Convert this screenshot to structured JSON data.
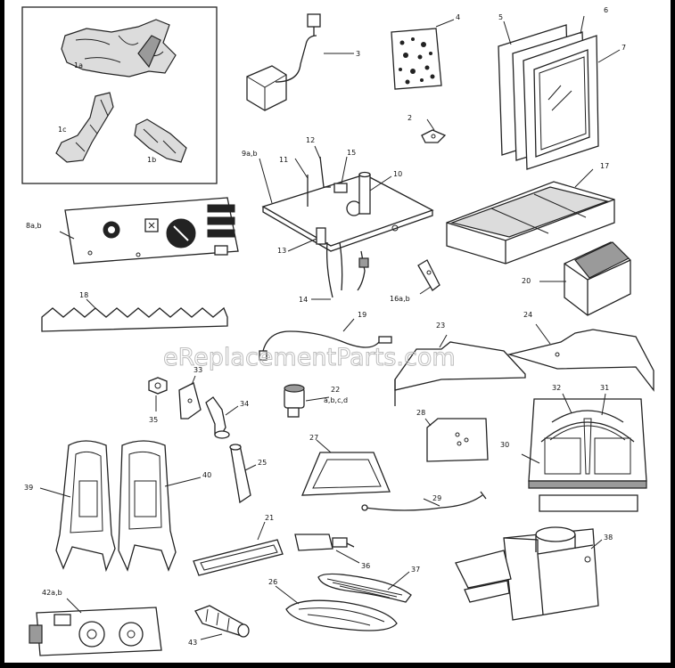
{
  "watermark": "eReplacementParts.com",
  "labels": {
    "l1a": "1a",
    "l1b": "1b",
    "l1c": "1c",
    "l2": "2",
    "l3": "3",
    "l4": "4",
    "l5": "5",
    "l6": "6",
    "l7": "7",
    "l8": "8a,b",
    "l9": "9a,b",
    "l10": "10",
    "l11": "11",
    "l12": "12",
    "l13": "13",
    "l14": "14",
    "l15": "15",
    "l16": "16a,b",
    "l17": "17",
    "l18": "18",
    "l19": "19",
    "l20": "20",
    "l21": "21",
    "l22": "22",
    "l22b": "a,b,c,d",
    "l23": "23",
    "l24": "24",
    "l25": "25",
    "l26": "26",
    "l27": "27",
    "l28": "28",
    "l29": "29",
    "l30": "30",
    "l31": "31",
    "l32": "32",
    "l33": "33",
    "l34": "34",
    "l35": "35",
    "l36": "36",
    "l37": "37",
    "l38": "38",
    "l39": "39",
    "l40": "40",
    "l42": "42a,b",
    "l43": "43"
  }
}
